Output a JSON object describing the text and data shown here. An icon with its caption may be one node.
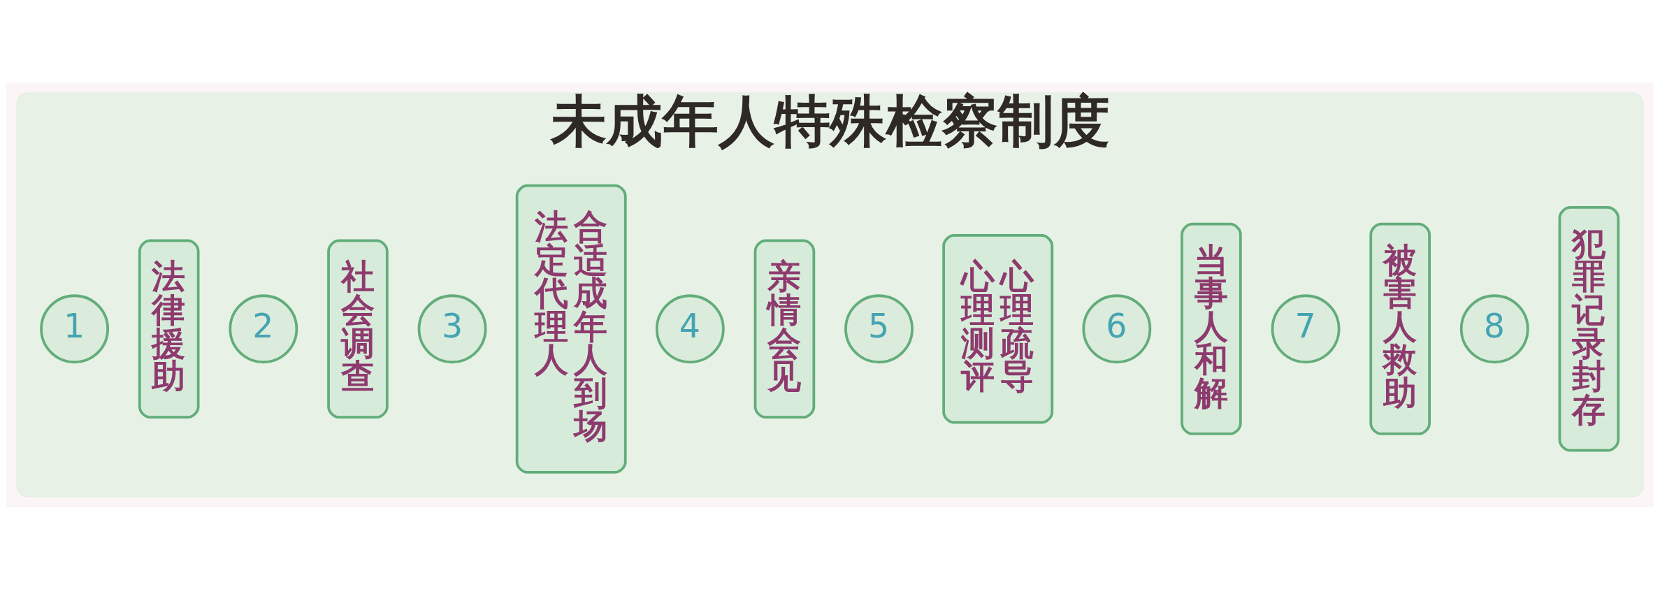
{
  "diagram": {
    "nodes": [
      {
        "text": [
          "未成年人特殊检察制度"
        ]
      },
      {
        "text": [
          "1"
        ],
        "in": 0
      },
      {
        "text": [
          "法律援助"
        ],
        "in": 0
      },
      {
        "text": [
          "2"
        ],
        "in": 0
      },
      {
        "text": [
          "社会调查"
        ],
        "in": 0
      },
      {
        "text": [
          "3"
        ],
        "in": 0
      },
      {
        "text": [
          "法定代理人",
          "合适成年人到场"
        ],
        "in": 0
      },
      {
        "text": [
          "4"
        ],
        "in": 0
      },
      {
        "text": [
          "亲情会见"
        ],
        "in": 0
      },
      {
        "text": [
          "5"
        ],
        "in": 0
      },
      {
        "text": [
          "心理测评",
          "心理疏导"
        ],
        "in": 0
      },
      {
        "text": [
          "6"
        ],
        "in": 0
      },
      {
        "text": [
          "当事人和解"
        ],
        "in": 0
      },
      {
        "text": [
          "7"
        ],
        "in": 0
      },
      {
        "text": [
          "被害人救助"
        ],
        "in": 0
      },
      {
        "text": [
          "8"
        ],
        "in": 0
      },
      {
        "text": [
          "犯罪记录封存"
        ],
        "in": 0
      }
    ]
  }
}
